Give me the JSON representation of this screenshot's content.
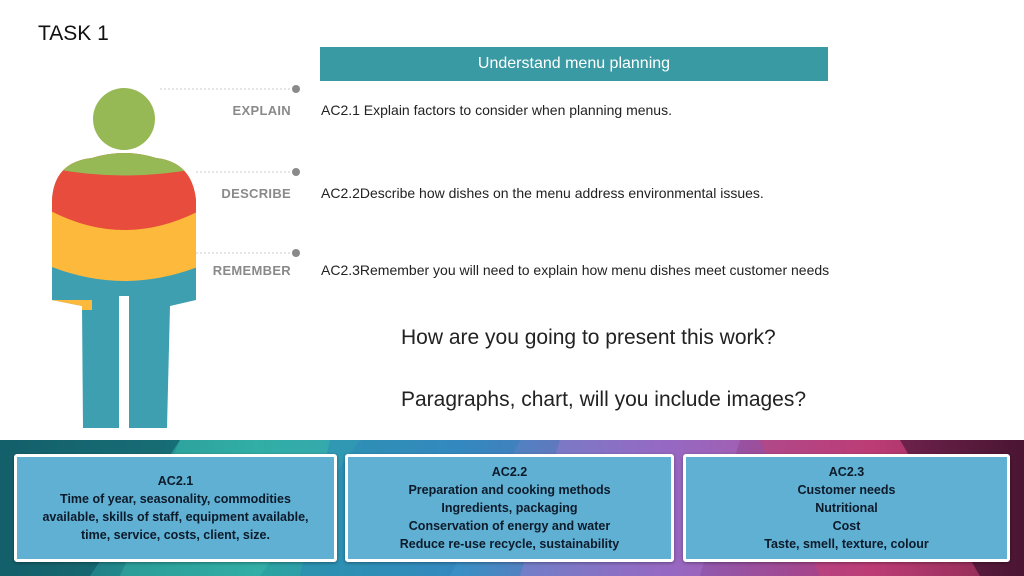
{
  "task_label": "TASK 1",
  "banner": {
    "title": "Understand menu planning"
  },
  "rows": [
    {
      "key": "EXPLAIN",
      "text": "AC2.1 Explain factors to consider when planning menus."
    },
    {
      "key": "DESCRIBE",
      "text": "AC2.2Describe how dishes on the menu address environmental issues."
    },
    {
      "key": "REMEMBER",
      "text": "AC2.3Remember you will need to explain how menu dishes meet customer needs"
    }
  ],
  "questions": [
    "How are you going to present this work?",
    "Paragraphs, chart, will you include images?"
  ],
  "cards": [
    {
      "lines": [
        "AC2.1",
        "Time of year, seasonality, commodities",
        "available, skills of staff, equipment available,",
        "time, service, costs, client, size."
      ]
    },
    {
      "lines": [
        "AC2.2",
        "Preparation and cooking methods",
        "Ingredients, packaging",
        "Conservation of energy and water",
        "Reduce re-use recycle, sustainability"
      ]
    },
    {
      "lines": [
        "AC2.3",
        "Customer needs",
        "Nutritional",
        "Cost",
        "Taste, smell, texture, colour"
      ]
    }
  ],
  "colors": {
    "banner": "#3a9aa3",
    "head": "#96b955",
    "torso": "#e84c3d",
    "belly": "#fdb93b",
    "legs": "#3d9fb0",
    "card": "#5fb0d3"
  },
  "icons": [
    "person-figure-icon"
  ]
}
